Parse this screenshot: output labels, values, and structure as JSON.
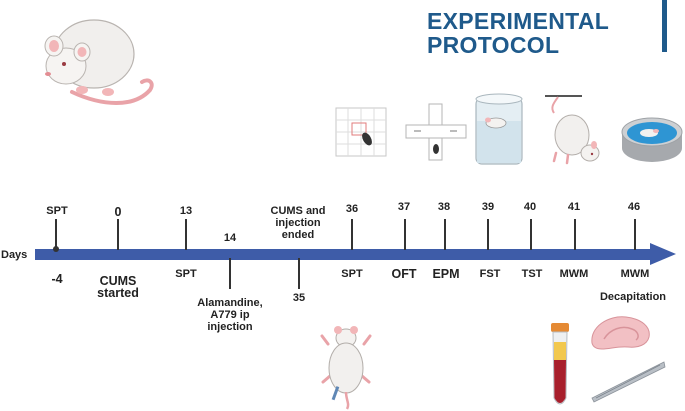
{
  "title": {
    "line1": "EXPERIMENTAL",
    "line2": "PROTOCOL"
  },
  "axis_label": "Days",
  "colors": {
    "title": "#1f5a8b",
    "timeline": "#3e5ca8"
  },
  "icons": [
    "rat-illustration",
    "spt-maze-icon",
    "plus-maze-icon",
    "swim-cylinder-icon",
    "tail-suspended-mouse-icon",
    "water-maze-pool-icon",
    "injected-rat-icon",
    "blood-tube-icon",
    "brain-slice-icon",
    "forceps-icon"
  ],
  "events": {
    "minus4": {
      "day": "-4",
      "label": "SPT"
    },
    "d0": {
      "day": "0",
      "label": "CUMS started"
    },
    "d13": {
      "day": "13",
      "label": "SPT"
    },
    "d14": {
      "day": "14",
      "label": "Alamandine, A779 ip injection"
    },
    "d35": {
      "day": "35",
      "label": "CUMS and injection ended"
    },
    "d36": {
      "day": "36",
      "label": "SPT"
    },
    "d37": {
      "day": "37",
      "label": "OFT"
    },
    "d38": {
      "day": "38",
      "label": "EPM"
    },
    "d39": {
      "day": "39",
      "label": "FST"
    },
    "d40": {
      "day": "40",
      "label": "TST"
    },
    "d41": {
      "day": "41",
      "label": "MWM"
    },
    "d46": {
      "day": "46",
      "label": "MWM",
      "extra": "Decapitation"
    }
  }
}
